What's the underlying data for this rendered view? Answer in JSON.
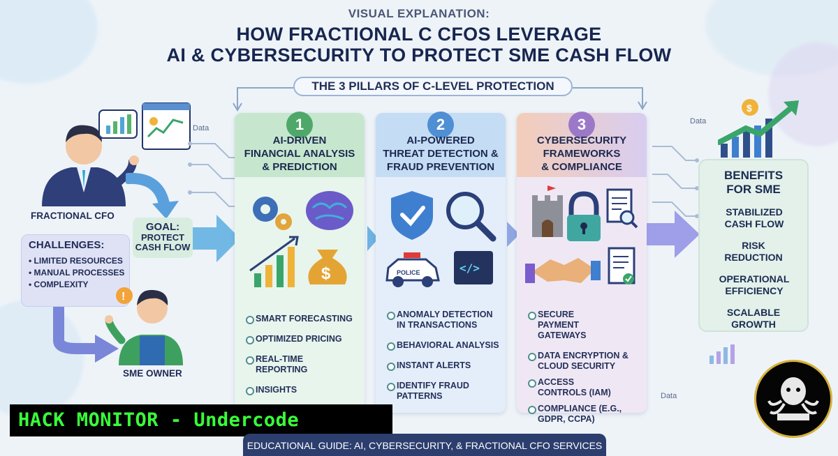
{
  "header": {
    "kicker": "VISUAL EXPLANATION:",
    "title_line1": "HOW FRACTIONAL C CFOS LEVERAGE",
    "title_line2": "AI & CYBERSECURITY TO PROTECT SME CASH FLOW"
  },
  "pillars_banner": "THE 3 PILLARS OF C-LEVEL PROTECTION",
  "left": {
    "cfo_label": "FRACTIONAL CFO",
    "owner_label": "SME OWNER",
    "goal_line1": "GOAL:",
    "goal_line2": "PROTECT",
    "goal_line3": "CASH FLOW",
    "challenges_title": "CHALLENGES:",
    "challenges": [
      "LIMITED RESOURCES",
      "MANUAL PROCESSES",
      "COMPLEXITY"
    ],
    "data_tag": "Data"
  },
  "pillars": [
    {
      "num": "1",
      "title_l1": "AI-DRIVEN",
      "title_l2": "FINANCIAL ANALYSIS",
      "title_l3": "& PREDICTION",
      "items": [
        "SMART FORECASTING",
        "OPTIMIZED PRICING",
        "REAL-TIME REPORTING",
        "INSIGHTS"
      ]
    },
    {
      "num": "2",
      "title_l1": "AI-POWERED",
      "title_l2": "THREAT DETECTION &",
      "title_l3": "FRAUD PREVENTION",
      "police": "POLICE",
      "items": [
        "ANOMALY DETECTION IN TRANSACTIONS",
        "BEHAVIORAL ANALYSIS",
        "INSTANT ALERTS",
        "IDENTIFY FRAUD PATTERNS"
      ]
    },
    {
      "num": "3",
      "title_l1": "CYBERSECURITY",
      "title_l2": "FRAMEWORKS",
      "title_l3": "& COMPLIANCE",
      "items": [
        "SECURE PAYMENT GATEWAYS",
        "DATA ENCRYPTION & CLOUD SECURITY",
        "ACCESS CONTROLS (IAM)",
        "COMPLIANCE (e.g., GDPR, CCPA)"
      ]
    }
  ],
  "benefits": {
    "title_l1": "BENEFITS",
    "title_l2": "FOR SME",
    "items": [
      "STABILIZED CASH FLOW",
      "RISK REDUCTION",
      "OPERATIONAL EFFICIENCY",
      "SCALABLE GROWTH"
    ]
  },
  "right_data_tag_top": "Data",
  "right_data_tag_bottom": "Data",
  "hack_banner": "HACK MONITOR - Undercode",
  "footer": "EDUCATIONAL GUIDE: AI, CYBERSECURITY, & FRACTIONAL CFO SERVICES",
  "colors": {
    "pillar1": "#cdeccf",
    "pillar2": "#cfe2f6",
    "pillar3": "#f6d6c8",
    "accent_green": "#39ff3a",
    "navy": "#17264f"
  }
}
